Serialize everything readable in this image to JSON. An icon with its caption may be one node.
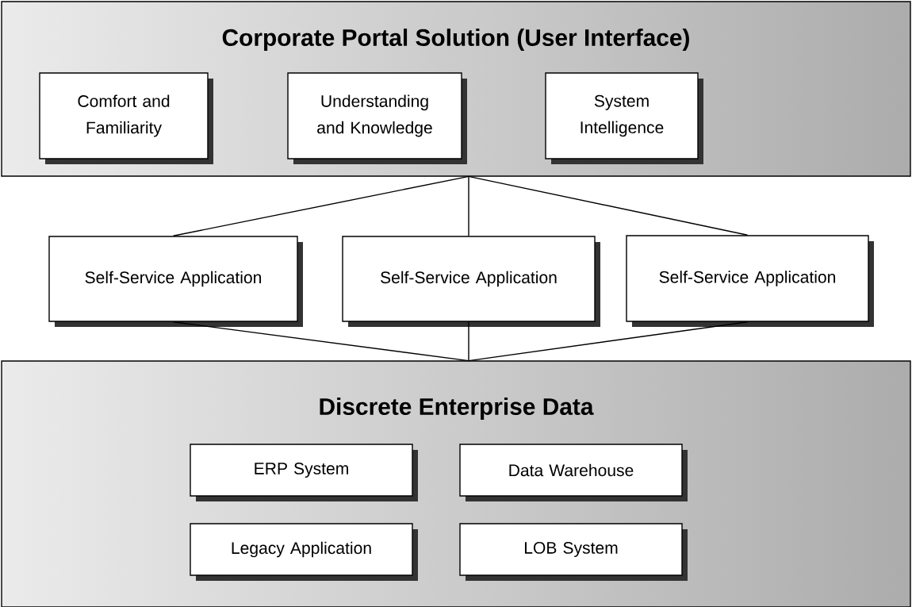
{
  "diagram": {
    "nodes": [
      {
        "text": [
          "Corporate Portal Solution (User Interface)"
        ]
      },
      {
        "text": [
          "Comfort and Familiarity"
        ],
        "in": 0
      },
      {
        "text": [
          "Understanding and Knowledge"
        ],
        "in": 0
      },
      {
        "text": [
          "System Intelligence"
        ],
        "in": 0
      },
      {
        "text": [
          "Self-Service Application"
        ]
      },
      {
        "text": [
          "Self-Service Application"
        ]
      },
      {
        "text": [
          "Self-Service Application"
        ]
      },
      {
        "text": [
          "Discrete Enterprise Data"
        ]
      },
      {
        "text": [
          "ERP System"
        ],
        "in": 7
      },
      {
        "text": [
          "Data Warehouse"
        ],
        "in": 7
      },
      {
        "text": [
          "Legacy Application"
        ],
        "in": 7
      },
      {
        "text": [
          "LOB System"
        ],
        "in": 7
      }
    ],
    "edges": [
      {
        "from": 0,
        "to": 4,
        "arrow": "none"
      },
      {
        "from": 0,
        "to": 5,
        "arrow": "none"
      },
      {
        "from": 0,
        "to": 6,
        "arrow": "none"
      },
      {
        "from": 4,
        "to": 7,
        "arrow": "none"
      },
      {
        "from": 5,
        "to": 7,
        "arrow": "none"
      },
      {
        "from": 6,
        "to": 7,
        "arrow": "none"
      }
    ]
  }
}
